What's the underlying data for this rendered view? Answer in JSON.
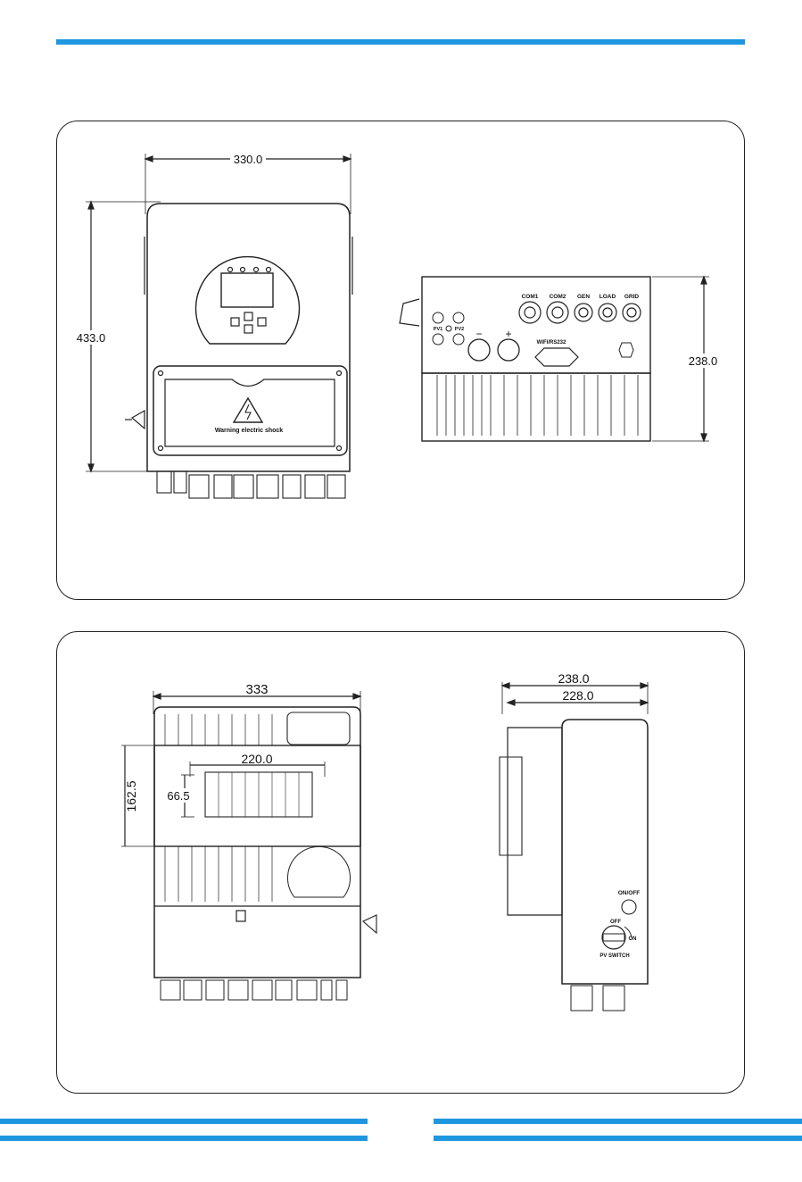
{
  "front_view": {
    "width_dim": "330.0",
    "height_dim": "433.0",
    "warning_text": "Warning electric shock"
  },
  "bottom_view": {
    "depth_dim": "238.0",
    "ports": [
      "COM1",
      "COM2",
      "GEN",
      "LOAD",
      "GRID"
    ],
    "pv1_label": "PV1",
    "pv2_label": "PV2",
    "wifi_label": "WIFI/RS232"
  },
  "rear_view": {
    "width_dim": "333",
    "bracket_width_dim": "220.0",
    "bracket_height_dim": "66.5",
    "plate_height_dim": "162.5"
  },
  "side_view": {
    "depth_outer_dim": "238.0",
    "depth_inner_dim": "228.0",
    "onoff_label": "ON/OFF",
    "switch_off_label": "OFF",
    "switch_on_label": "ON",
    "pv_switch_label": "PV SWITCH"
  }
}
